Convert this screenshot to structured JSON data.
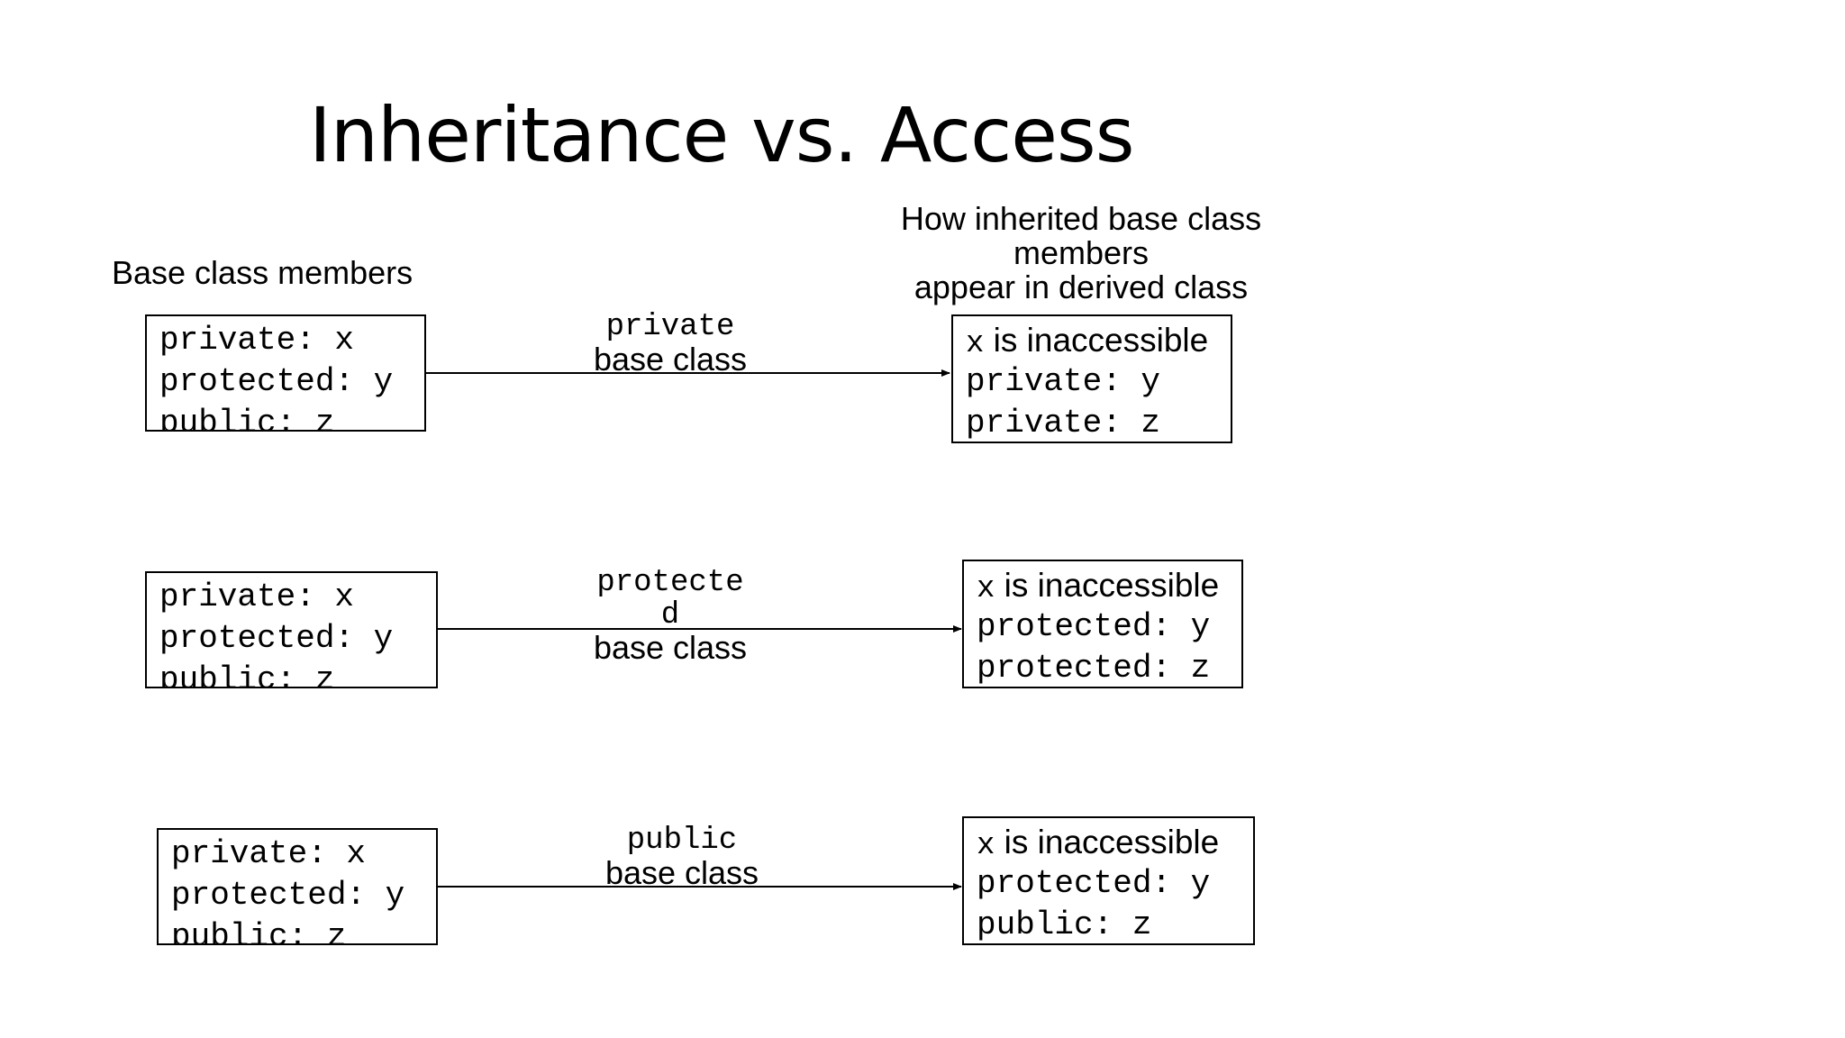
{
  "title": "Inheritance vs. Access",
  "base_heading": "Base class members",
  "derived_heading": [
    "How inherited base class",
    "members",
    "appear in derived class"
  ],
  "rows": [
    {
      "base": [
        "private: x",
        "protected: y",
        "public: z"
      ],
      "mode_keyword": "private",
      "mode_label": "base class",
      "derived_first_var": "x",
      "derived_first_text": " is inaccessible",
      "derived": [
        "private: y",
        "private: z"
      ]
    },
    {
      "base": [
        "private: x",
        "protected: y",
        "public: z"
      ],
      "mode_keyword": [
        "protecte",
        "d"
      ],
      "mode_label": "base class",
      "derived_first_var": "x",
      "derived_first_text": " is inaccessible",
      "derived": [
        "protected: y",
        "protected: z"
      ]
    },
    {
      "base": [
        "private: x",
        "protected: y",
        "public: z"
      ],
      "mode_keyword": "public",
      "mode_label": "base class",
      "derived_first_var": "x",
      "derived_first_text": " is inaccessible",
      "derived": [
        "protected: y",
        "public: z"
      ]
    }
  ]
}
